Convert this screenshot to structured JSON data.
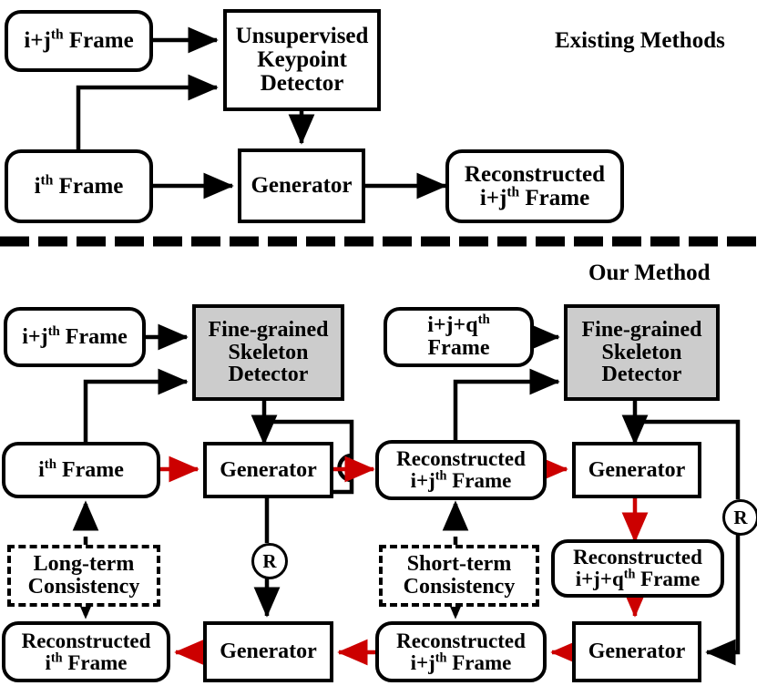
{
  "figure": {
    "title_top": "Existing Methods",
    "title_bottom": "Our Method",
    "divider": "dashed-horizontal-rule",
    "colors": {
      "stroke": "#000000",
      "red_arrow": "#cc0000",
      "gray_fill": "#cccccc",
      "background": "#ffffff"
    }
  },
  "existing_methods": {
    "nodes": {
      "input_frame_ij": {
        "line1": "i+j",
        "sup1": "th",
        "line1_tail": " Frame"
      },
      "detector": {
        "line1": "Unsupervised",
        "line2": "Keypoint",
        "line3": "Detector"
      },
      "input_frame_i": {
        "line1": "i",
        "sup1": "th",
        "line1_tail": " Frame"
      },
      "generator": {
        "line1": "Generator"
      },
      "output_frame_ij": {
        "line1": "Reconstructed",
        "line2": "i+j",
        "sup2": "th",
        "line2_tail": " Frame"
      }
    }
  },
  "our_method": {
    "nodes": {
      "input_frame_ij": {
        "line1": "i+j",
        "sup1": "th",
        "line1_tail": " Frame"
      },
      "detector_left": {
        "line1": "Fine-grained",
        "line2": "Skeleton",
        "line3": "Detector"
      },
      "input_frame_ijq": {
        "line1": "i+j+q",
        "sup1": "th",
        "line2": "Frame"
      },
      "detector_right": {
        "line1": "Fine-grained",
        "line2": "Skeleton",
        "line3": "Detector"
      },
      "frame_i": {
        "line1": "i",
        "sup1": "th",
        "line1_tail": " Frame"
      },
      "generator_1": {
        "line1": "Generator"
      },
      "recon_ij_mid": {
        "line1": "Reconstructed",
        "line2": "i+j",
        "sup2": "th",
        "line2_tail": " Frame"
      },
      "generator_2": {
        "line1": "Generator"
      },
      "recon_ijq": {
        "line1": "Reconstructed",
        "line2": "i+j+q",
        "sup2": "th",
        "line2_tail": " Frame"
      },
      "long_term": {
        "line1": "Long-term",
        "line2": "Consistency"
      },
      "short_term": {
        "line1": "Short-term",
        "line2": "Consistency"
      },
      "recon_i_bottom": {
        "line1": "Reconstructed",
        "line2": "i",
        "sup2": "th",
        "line2_tail": " Frame"
      },
      "generator_3": {
        "line1": "Generator"
      },
      "recon_ij_bottom": {
        "line1": "Reconstructed",
        "line2": "i+j",
        "sup2": "th",
        "line2_tail": " Frame"
      },
      "generator_4": {
        "line1": "Generator"
      }
    },
    "badges": {
      "r_left": "R",
      "r_right": "R"
    }
  }
}
